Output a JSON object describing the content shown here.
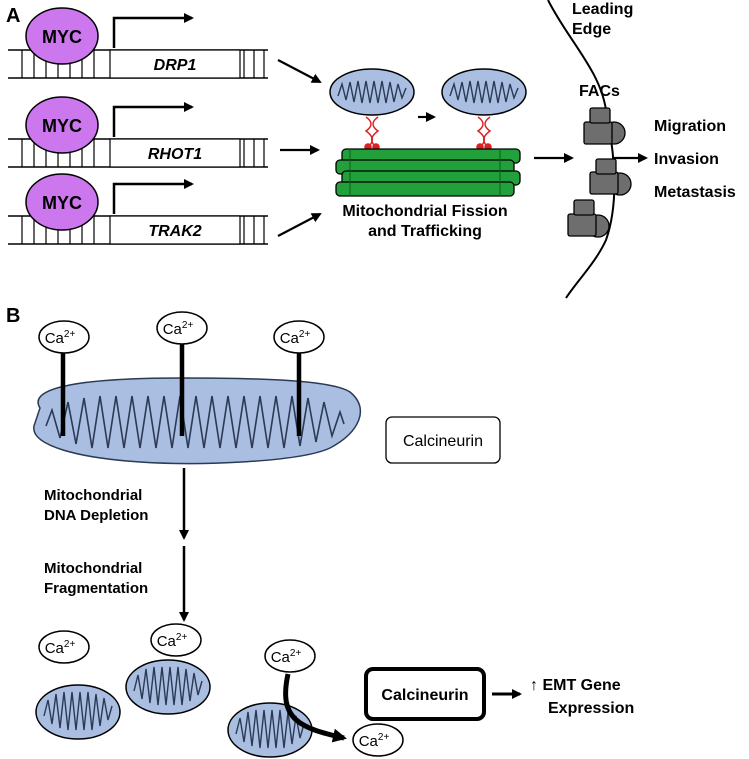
{
  "colors": {
    "myc_fill": "#CC77EE",
    "mito_fill": "#A9BEE0",
    "mito_stroke": "#2B3A55",
    "microtubule": "#22A03C",
    "fac_fill": "#6E6E6E",
    "link_red": "#E02020"
  },
  "panel_a": {
    "label": "A",
    "myc_label": "MYC",
    "genes": [
      "DRP1",
      "RHOT1",
      "TRAK2"
    ],
    "fission_line1": "Mitochondrial Fission",
    "fission_line2": "and Trafficking",
    "leading_edge_line1": "Leading",
    "leading_edge_line2": "Edge",
    "facs": "FACs",
    "outcomes": [
      "Migration",
      "Invasion",
      "Metastasis"
    ]
  },
  "panel_b": {
    "label": "B",
    "ca_base": "Ca",
    "ca_sup": "2+",
    "calcineurin": "Calcineurin",
    "step1_line1": "Mitochondrial",
    "step1_line2": "DNA Depletion",
    "step2_line1": "Mitochondrial",
    "step2_line2": "Fragmentation",
    "calcineurin_active": "Calcineurin",
    "emt_line1": "↑ EMT Gene",
    "emt_line2": "Expression"
  }
}
